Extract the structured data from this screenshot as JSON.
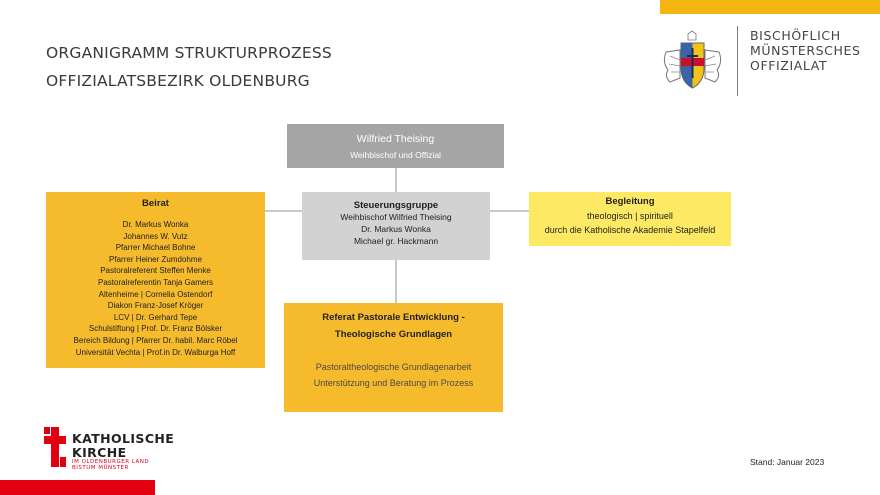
{
  "header": {
    "title_line1": "ORGANIGRAMM STRUKTURPROZESS",
    "title_line2": "OFFIZIALATSBEZIRK OLDENBURG",
    "office_line1": "BISCHÖFLICH",
    "office_line2": "MÜNSTERSCHES",
    "office_line3": "OFFIZIALAT",
    "accent_color": "#f3b512"
  },
  "org": {
    "top": {
      "name": "Wilfried Theising",
      "role": "Weihbischof und Offizial"
    },
    "beirat": {
      "title": "Beirat",
      "members": [
        "Dr. Markus Wonka",
        "Johannes W. Vutz",
        "Pfarrer Michael Bohne",
        "Pfarrer Heiner Zumdohme",
        "Pastoralreferent Steffen Menke",
        "Pastoralreferentin Tanja Gamers",
        "Altenheime | Cornelia Ostendorf",
        "Diakon Franz-Josef Kröger",
        "LCV | Dr. Gerhard Tepe",
        "Schulstiftung | Prof. Dr. Franz Bölsker",
        "Bereich Bildung | Pfarrer Dr. habil. Marc Röbel",
        "Universität Vechta | Prof.in Dr. Walburga Hoff"
      ]
    },
    "steuerung": {
      "title": "Steuerungsgruppe",
      "members": [
        "Weihbischof Wilfried Theising",
        "Dr. Markus Wonka",
        "Michael gr. Hackmann"
      ]
    },
    "begleitung": {
      "title": "Begleitung",
      "line2": "theologisch | spirituell",
      "line3": "durch die Katholische Akademie Stapelfeld"
    },
    "referat": {
      "title_line1": "Referat Pastorale Entwicklung -",
      "title_line2": "Theologische Grundlagen",
      "desc_line1": "Pastoraltheologische Grundlagenarbeit",
      "desc_line2": "Unterstützung und Beratung im Prozess"
    }
  },
  "footer": {
    "logo_line1": "KATHOLISCHE",
    "logo_line2": "KIRCHE",
    "logo_line3": "IM OLDENBURGER LAND",
    "logo_line4": "BISTUM MÜNSTER",
    "stand": "Stand: Januar 2023",
    "logo_color": "#e1000f"
  }
}
